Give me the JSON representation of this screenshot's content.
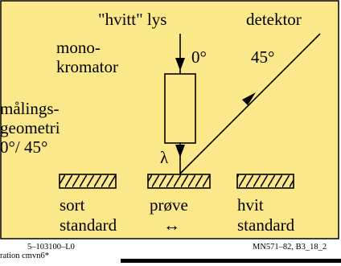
{
  "colors": {
    "panel": "#fbe88a",
    "ink": "#000000",
    "page": "#ffffff"
  },
  "labels": {
    "white_light": "\"hvitt\" lys",
    "detector": "detektor",
    "mono_1": "mono-",
    "mono_2": "kromator",
    "angle_0": "0°",
    "angle_45": "45°",
    "geom_1": "målings-",
    "geom_2": "geometri",
    "geom_3": "0°/ 45°",
    "lambda": "λ",
    "sort": "sort",
    "standard_left": "standard",
    "sample": "prøve",
    "sample_arrow": "↔",
    "hvit": "hvit",
    "standard_right": "standard"
  },
  "footer": {
    "left_code": "5–103100–L0",
    "left_caption": "ration cmvn6*",
    "right_code": "MN571–82, B3_18_2"
  }
}
